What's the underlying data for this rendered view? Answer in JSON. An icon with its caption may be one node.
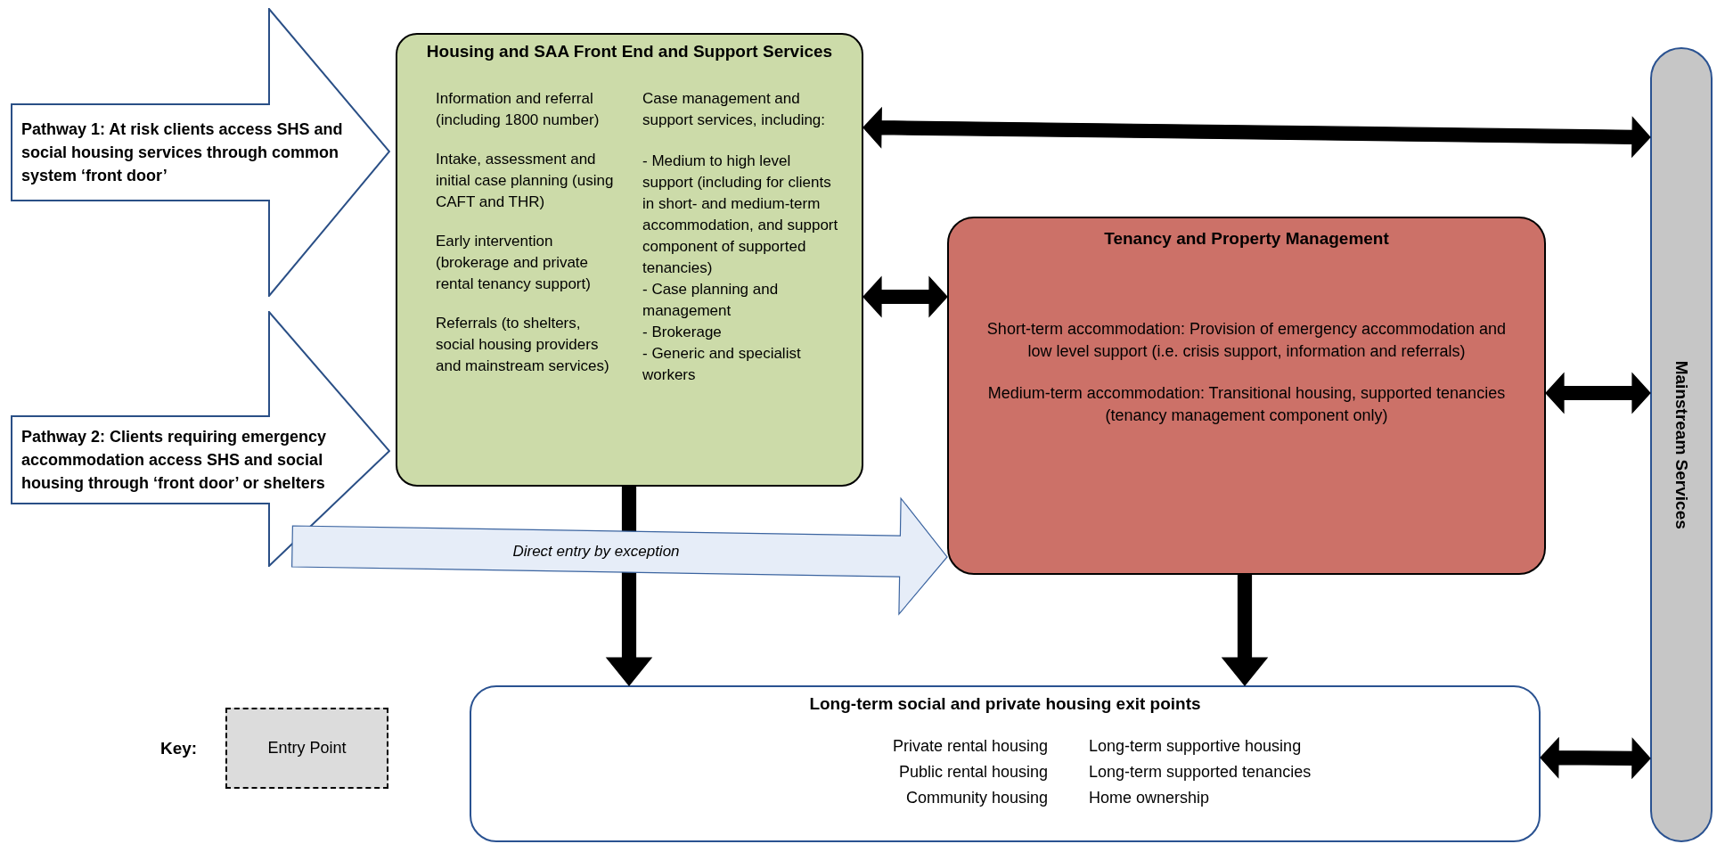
{
  "diagram": {
    "nodes": [
      {
        "text": [
          "Pathway 1: At risk clients access SHS and social housing services through common system ‘front door’"
        ]
      },
      {
        "text": [
          "Pathway 2: Clients requiring emergency accommodation access SHS and social housing through ‘front door’ or shelters"
        ]
      },
      {
        "text": [
          "Housing and SAA Front End and Support Services",
          "Information and referral (including 1800 number)",
          "Intake, assessment and initial case planning (using CAFT and THR)",
          "Early intervention (brokerage and private rental tenancy support)",
          "Referrals (to shelters, social housing providers and mainstream services)",
          "Case management and support services, including:",
          "- Medium to high level support (including for clients in short- and medium-term accommodation, and support component of supported tenancies)",
          "- Case planning and management",
          "- Brokerage",
          "- Generic and specialist workers"
        ]
      },
      {
        "text": [
          "Tenancy and Property Management",
          "Short-term accommodation: Provision of emergency accommodation and low level support (i.e. crisis support, information and referrals)",
          "Medium-term accommodation: Transitional housing, supported tenancies (tenancy management component only)"
        ]
      },
      {
        "text": [
          "Long-term social and private housing exit points",
          "Private rental housing",
          "Public rental housing",
          "Community housing",
          "Long-term supportive housing",
          "Long-term supported tenancies",
          "Home ownership"
        ]
      },
      {
        "text": [
          "Mainstream Services"
        ]
      }
    ],
    "edges": [
      {
        "from": 2,
        "to": 5,
        "arrow": "both"
      },
      {
        "from": 2,
        "to": 3,
        "arrow": "both"
      },
      {
        "from": 3,
        "to": 5,
        "arrow": "both"
      },
      {
        "from": 2,
        "to": 4,
        "arrow": "to"
      },
      {
        "from": 3,
        "to": 4,
        "arrow": "to"
      },
      {
        "from": 4,
        "to": 5,
        "arrow": "both"
      },
      {
        "from": 1,
        "to": 3,
        "arrow": "to",
        "label": "Direct entry by exception",
        "color": "#e6edf8"
      }
    ],
    "labels": [
      "Key:"
    ],
    "legend": [
      {
        "text": "Entry Point"
      }
    ]
  }
}
